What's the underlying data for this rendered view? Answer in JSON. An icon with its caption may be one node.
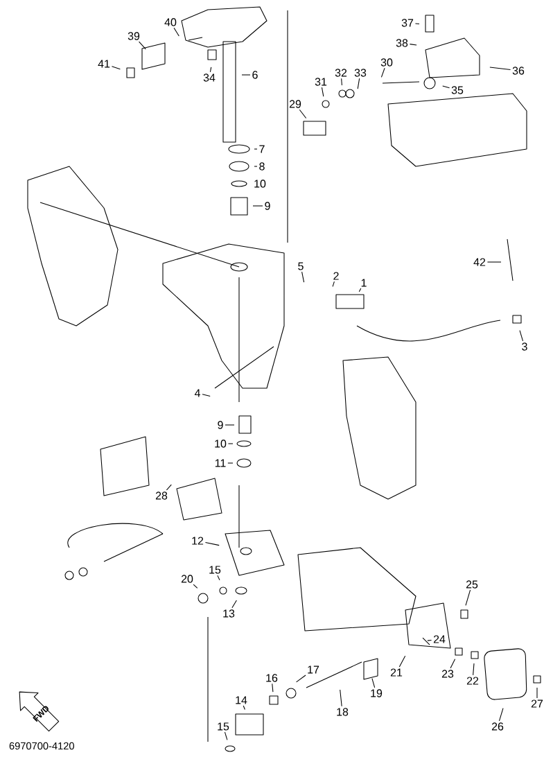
{
  "diagram": {
    "nodes": [
      {
        "text": [
          "37"
        ]
      },
      {
        "text": [
          "38"
        ]
      },
      {
        "text": [
          "36"
        ]
      },
      {
        "text": [
          "35"
        ]
      },
      {
        "text": [
          "30"
        ]
      },
      {
        "text": [
          "33"
        ]
      },
      {
        "text": [
          "32"
        ]
      },
      {
        "text": [
          "31"
        ]
      },
      {
        "text": [
          "29"
        ]
      },
      {
        "text": [
          "40"
        ]
      },
      {
        "text": [
          "39"
        ]
      },
      {
        "text": [
          "41"
        ]
      },
      {
        "text": [
          "34"
        ]
      },
      {
        "text": [
          "6"
        ]
      },
      {
        "text": [
          "7"
        ]
      },
      {
        "text": [
          "8"
        ]
      },
      {
        "text": [
          "10"
        ]
      },
      {
        "text": [
          "9"
        ]
      },
      {
        "text": [
          "5"
        ]
      },
      {
        "text": [
          "2"
        ]
      },
      {
        "text": [
          "1"
        ]
      },
      {
        "text": [
          "42"
        ]
      },
      {
        "text": [
          "3"
        ]
      },
      {
        "text": [
          "4"
        ]
      },
      {
        "text": [
          "9"
        ]
      },
      {
        "text": [
          "10"
        ]
      },
      {
        "text": [
          "11"
        ]
      },
      {
        "text": [
          "28"
        ]
      },
      {
        "text": [
          "12"
        ]
      },
      {
        "text": [
          "20"
        ]
      },
      {
        "text": [
          "15"
        ]
      },
      {
        "text": [
          "13"
        ]
      },
      {
        "text": [
          "25"
        ]
      },
      {
        "text": [
          "24"
        ]
      },
      {
        "text": [
          "23"
        ]
      },
      {
        "text": [
          "22"
        ]
      },
      {
        "text": [
          "21"
        ]
      },
      {
        "text": [
          "27"
        ]
      },
      {
        "text": [
          "26"
        ]
      },
      {
        "text": [
          "19"
        ]
      },
      {
        "text": [
          "18"
        ]
      },
      {
        "text": [
          "17"
        ]
      },
      {
        "text": [
          "16"
        ]
      },
      {
        "text": [
          "14"
        ]
      },
      {
        "text": [
          "15"
        ]
      }
    ],
    "edges": [
      {
        "from": 0,
        "to": null,
        "arrow": "none"
      },
      {
        "from": 1,
        "to": null,
        "arrow": "none"
      },
      {
        "from": 2,
        "to": null,
        "arrow": "none"
      },
      {
        "from": 3,
        "to": null,
        "arrow": "none"
      },
      {
        "from": 4,
        "to": null,
        "arrow": "none"
      },
      {
        "from": 5,
        "to": null,
        "arrow": "none"
      },
      {
        "from": 6,
        "to": null,
        "arrow": "none"
      },
      {
        "from": 7,
        "to": null,
        "arrow": "none"
      },
      {
        "from": 8,
        "to": null,
        "arrow": "none"
      },
      {
        "from": 9,
        "to": null,
        "arrow": "none"
      },
      {
        "from": 10,
        "to": null,
        "arrow": "none"
      },
      {
        "from": 11,
        "to": null,
        "arrow": "none"
      },
      {
        "from": 12,
        "to": null,
        "arrow": "none"
      },
      {
        "from": 13,
        "to": null,
        "arrow": "none"
      },
      {
        "from": 14,
        "to": null,
        "arrow": "none"
      },
      {
        "from": 15,
        "to": null,
        "arrow": "none"
      },
      {
        "from": 17,
        "to": null,
        "arrow": "none"
      },
      {
        "from": 18,
        "to": null,
        "arrow": "none"
      },
      {
        "from": 19,
        "to": null,
        "arrow": "none"
      },
      {
        "from": 20,
        "to": null,
        "arrow": "none"
      },
      {
        "from": 21,
        "to": null,
        "arrow": "none"
      },
      {
        "from": 22,
        "to": null,
        "arrow": "none"
      },
      {
        "from": 23,
        "to": null,
        "arrow": "none"
      },
      {
        "from": 24,
        "to": null,
        "arrow": "none"
      },
      {
        "from": 25,
        "to": null,
        "arrow": "none"
      },
      {
        "from": 26,
        "to": null,
        "arrow": "none"
      },
      {
        "from": 27,
        "to": null,
        "arrow": "none"
      },
      {
        "from": 28,
        "to": null,
        "arrow": "none"
      },
      {
        "from": 29,
        "to": null,
        "arrow": "none"
      },
      {
        "from": 30,
        "to": null,
        "arrow": "none"
      },
      {
        "from": 31,
        "to": null,
        "arrow": "none"
      },
      {
        "from": 32,
        "to": null,
        "arrow": "none"
      },
      {
        "from": 33,
        "to": null,
        "arrow": "none"
      },
      {
        "from": 34,
        "to": null,
        "arrow": "none"
      },
      {
        "from": 35,
        "to": null,
        "arrow": "none"
      },
      {
        "from": 36,
        "to": null,
        "arrow": "none"
      },
      {
        "from": 37,
        "to": null,
        "arrow": "none"
      },
      {
        "from": 38,
        "to": null,
        "arrow": "none"
      },
      {
        "from": 39,
        "to": null,
        "arrow": "none"
      },
      {
        "from": 40,
        "to": null,
        "arrow": "none"
      },
      {
        "from": 41,
        "to": null,
        "arrow": "none"
      },
      {
        "from": 42,
        "to": null,
        "arrow": "none"
      },
      {
        "from": 43,
        "to": null,
        "arrow": "none"
      },
      {
        "from": 44,
        "to": null,
        "arrow": "none"
      }
    ],
    "labels": [
      "FWD",
      "6970700-4120"
    ]
  }
}
